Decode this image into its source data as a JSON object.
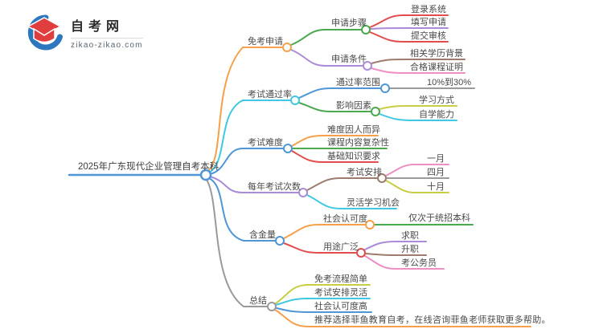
{
  "logo": {
    "title": "自考网",
    "domain": "zikao-zikao.com"
  },
  "palette": {
    "blue": "#4e96d5",
    "orange": "#f7a04b",
    "cyan": "#3fc8e4",
    "purple": "#a98bd7",
    "gray": "#9a9a9a",
    "green": "#4aa84e",
    "red": "#e24c4c",
    "brown": "#9d7c6d",
    "pink": "#ee8fc2",
    "yellowGreen": "#c8ce44",
    "logoBlue": "#2c77bd",
    "logoRed": "#e03e3e",
    "textDark": "#4a4a4a"
  },
  "mindmap": {
    "root": "2025年广东现代企业管理自考本科",
    "nodes": {
      "miankaoShenqing": "免考申请",
      "shenqingBuzhou": "申请步骤",
      "dengluXitong": "登录系统",
      "tianxieShenqing": "填写申请",
      "tijiaoShenhe": "提交审核",
      "shenqingTiaojian": "申请条件",
      "xiangguanXueli": "相关学历背景",
      "hegeKecheng": "合格课程证明",
      "kaoshiTongguolv": "考试通过率",
      "tongguolvFanwei": "通过率范围",
      "fanweiZhi": "10%到30%",
      "yingxiangYinsu": "影响因素",
      "xuexiFangshi": "学习方式",
      "zixueNengli": "自学能力",
      "kaoshiNandu": "考试难度",
      "nanduYinren": "难度因人而异",
      "kechengFuza": "课程内容复杂性",
      "jichuYaoqiu": "基础知识要求",
      "meinianCishu": "每年考试次数",
      "kaoshiAnpai": "考试安排",
      "yiyue": "一月",
      "siyue": "四月",
      "shiyue": "十月",
      "linghuoJihui": "灵活学习机会",
      "hanjinliang": "含金量",
      "shehuiRenkedu": "社会认可度",
      "jinciYu": "仅次于统招本科",
      "yongtuGuangfan": "用途广泛",
      "qiuzhi": "求职",
      "shengzhi": "升职",
      "kaoGongwuyuan": "考公务员",
      "zongjie": "总结",
      "liuchengJiandan": "免考流程简单",
      "anpaiLinghuo": "考试安排灵活",
      "renkeduGao": "社会认可度高",
      "tuijian": "推荐选择菲鱼教育自考，在线咨询菲鱼老师获取更多帮助。"
    }
  }
}
